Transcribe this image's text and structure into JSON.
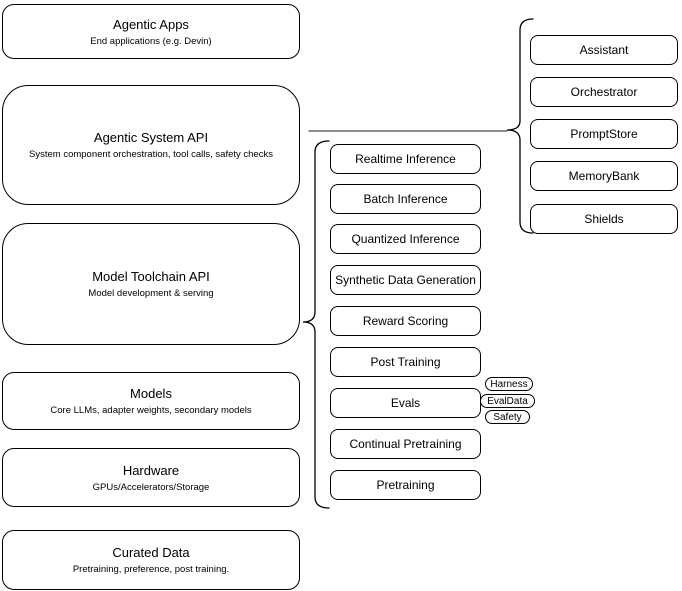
{
  "diagram": {
    "left_column": {
      "boxes": [
        {
          "title": "Agentic Apps",
          "subtitle": "End applications (e.g. Devin)"
        },
        {
          "title": "Agentic System API",
          "subtitle": "System component orchestration, tool calls, safety checks"
        },
        {
          "title": "Model Toolchain API",
          "subtitle": "Model development & serving"
        },
        {
          "title": "Models",
          "subtitle": "Core LLMs, adapter weights, secondary models"
        },
        {
          "title": "Hardware",
          "subtitle": "GPUs/Accelerators/Storage"
        },
        {
          "title": "Curated Data",
          "subtitle": "Pretraining, preference, post training."
        }
      ]
    },
    "middle_column": {
      "boxes": [
        {
          "label": "Realtime Inference"
        },
        {
          "label": "Batch Inference"
        },
        {
          "label": "Quantized Inference"
        },
        {
          "label": "Synthetic Data Generation"
        },
        {
          "label": "Reward Scoring"
        },
        {
          "label": "Post Training"
        },
        {
          "label": "Evals"
        },
        {
          "label": "Continual Pretraining"
        },
        {
          "label": "Pretraining"
        }
      ],
      "eval_tags": [
        {
          "label": "Harness"
        },
        {
          "label": "EvalData"
        },
        {
          "label": "Safety"
        }
      ]
    },
    "right_column": {
      "boxes": [
        {
          "label": "Assistant"
        },
        {
          "label": "Orchestrator"
        },
        {
          "label": "PromptStore"
        },
        {
          "label": "MemoryBank"
        },
        {
          "label": "Shields"
        }
      ]
    },
    "colors": {
      "shape_stroke": "#000000",
      "connector_stroke": "#666666",
      "background": "#ffffff",
      "text": "#000000"
    }
  }
}
